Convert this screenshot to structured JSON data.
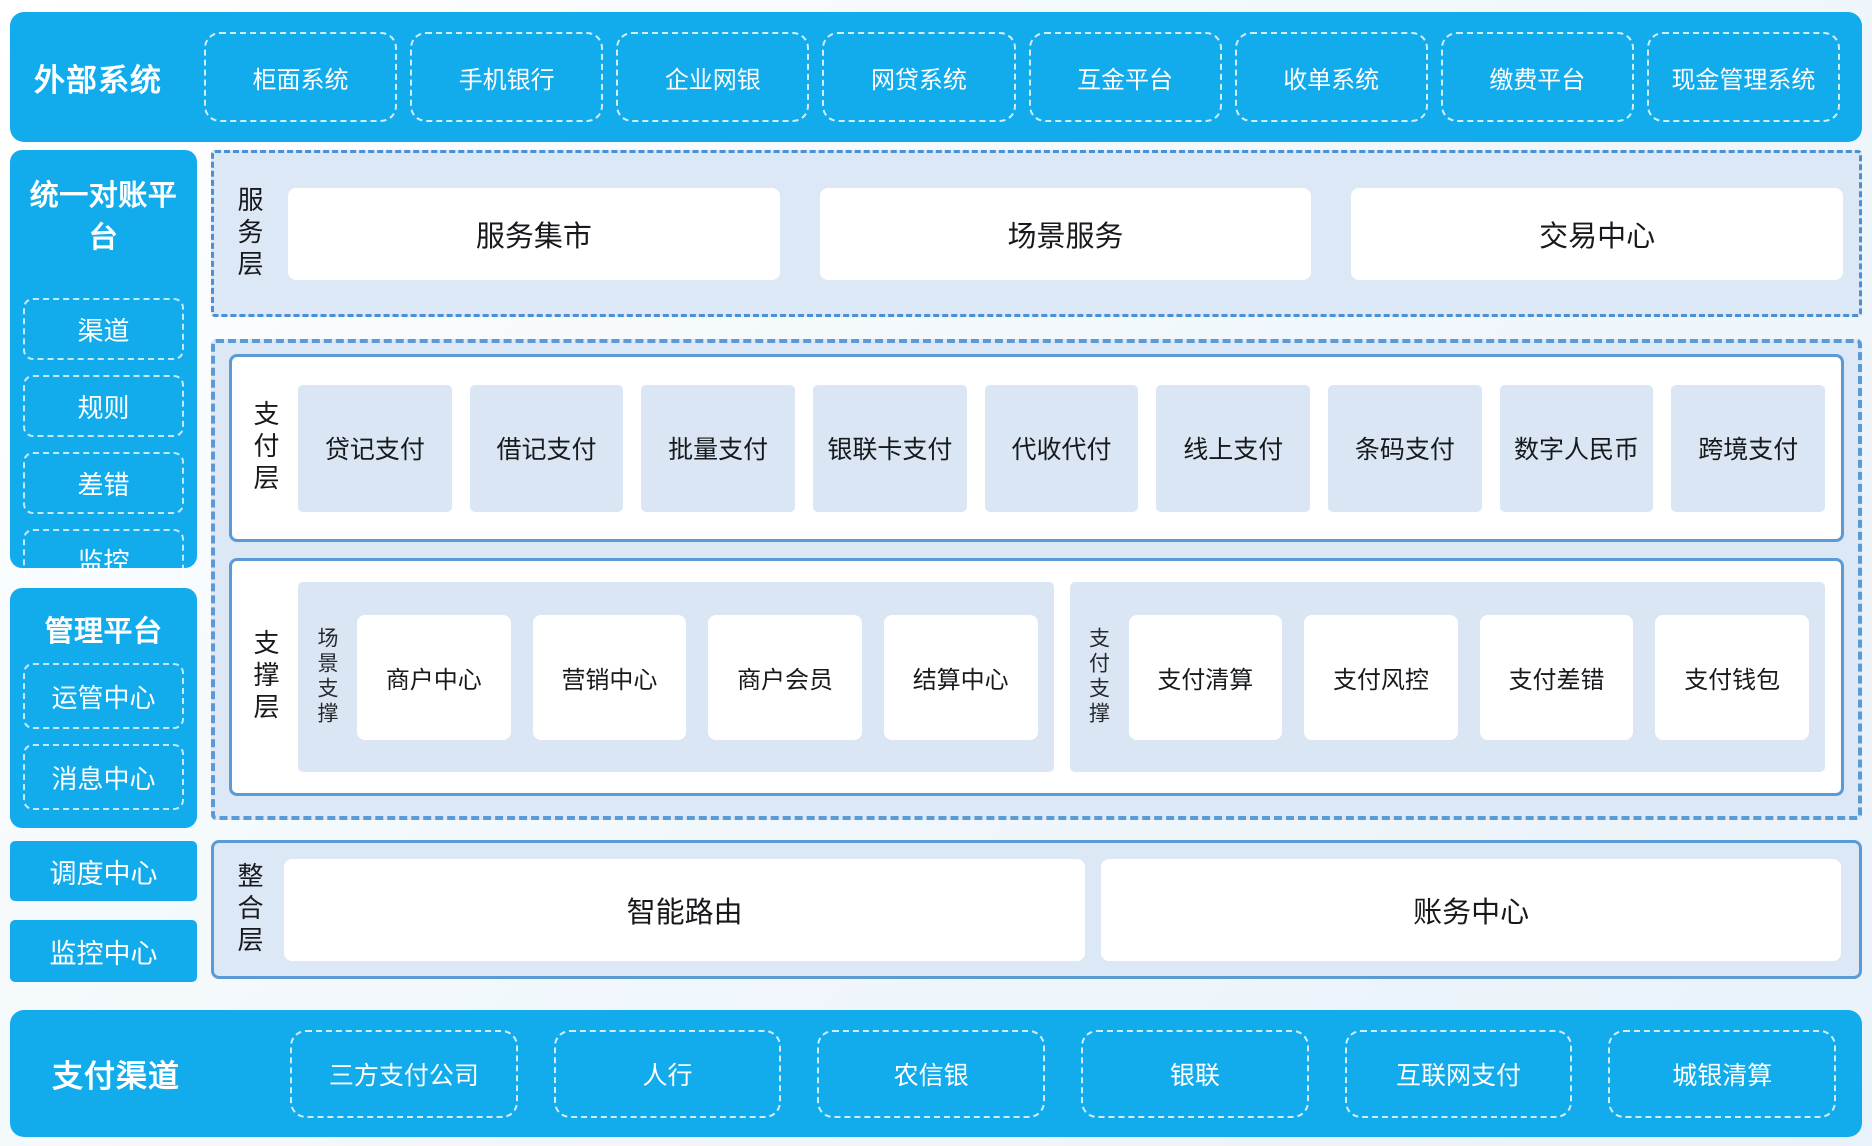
{
  "colors": {
    "cyan": "#12aced",
    "panel_light_blue": "#dce8f5",
    "item_light_blue": "#dae6f3",
    "border_blue": "#5b9bd5",
    "text_dark": "#17191c",
    "text_white": "#ffffff"
  },
  "external_systems": {
    "title": "外部系统",
    "items": [
      "柜面系统",
      "手机银行",
      "企业网银",
      "网贷系统",
      "互金平台",
      "收单系统",
      "缴费平台",
      "现金管理系统"
    ]
  },
  "reconciliation_platform": {
    "title": "统一对账平台",
    "items": [
      "渠道",
      "规则",
      "差错",
      "监控"
    ]
  },
  "management_platform": {
    "title": "管理平台",
    "items": [
      "运管中心",
      "消息中心"
    ]
  },
  "standalone_modules": {
    "scheduling": "调度中心",
    "monitoring": "监控中心"
  },
  "service_layer": {
    "label": "服务层",
    "items": [
      "服务集市",
      "场景服务",
      "交易中心"
    ]
  },
  "payment_layer": {
    "label": "支付层",
    "items": [
      "贷记支付",
      "借记支付",
      "批量支付",
      "银联卡支付",
      "代收代付",
      "线上支付",
      "条码支付",
      "数字人民币",
      "跨境支付"
    ]
  },
  "support_layer": {
    "label": "支撑层",
    "groups": [
      {
        "label": "场景支撑",
        "items": [
          "商户中心",
          "营销中心",
          "商户会员",
          "结算中心"
        ]
      },
      {
        "label": "支付支撑",
        "items": [
          "支付清算",
          "支付风控",
          "支付差错",
          "支付钱包"
        ]
      }
    ]
  },
  "integration_layer": {
    "label": "整合层",
    "items": [
      "智能路由",
      "账务中心"
    ]
  },
  "payment_channels": {
    "title": "支付渠道",
    "items": [
      "三方支付公司",
      "人行",
      "农信银",
      "银联",
      "互联网支付",
      "城银清算"
    ]
  }
}
